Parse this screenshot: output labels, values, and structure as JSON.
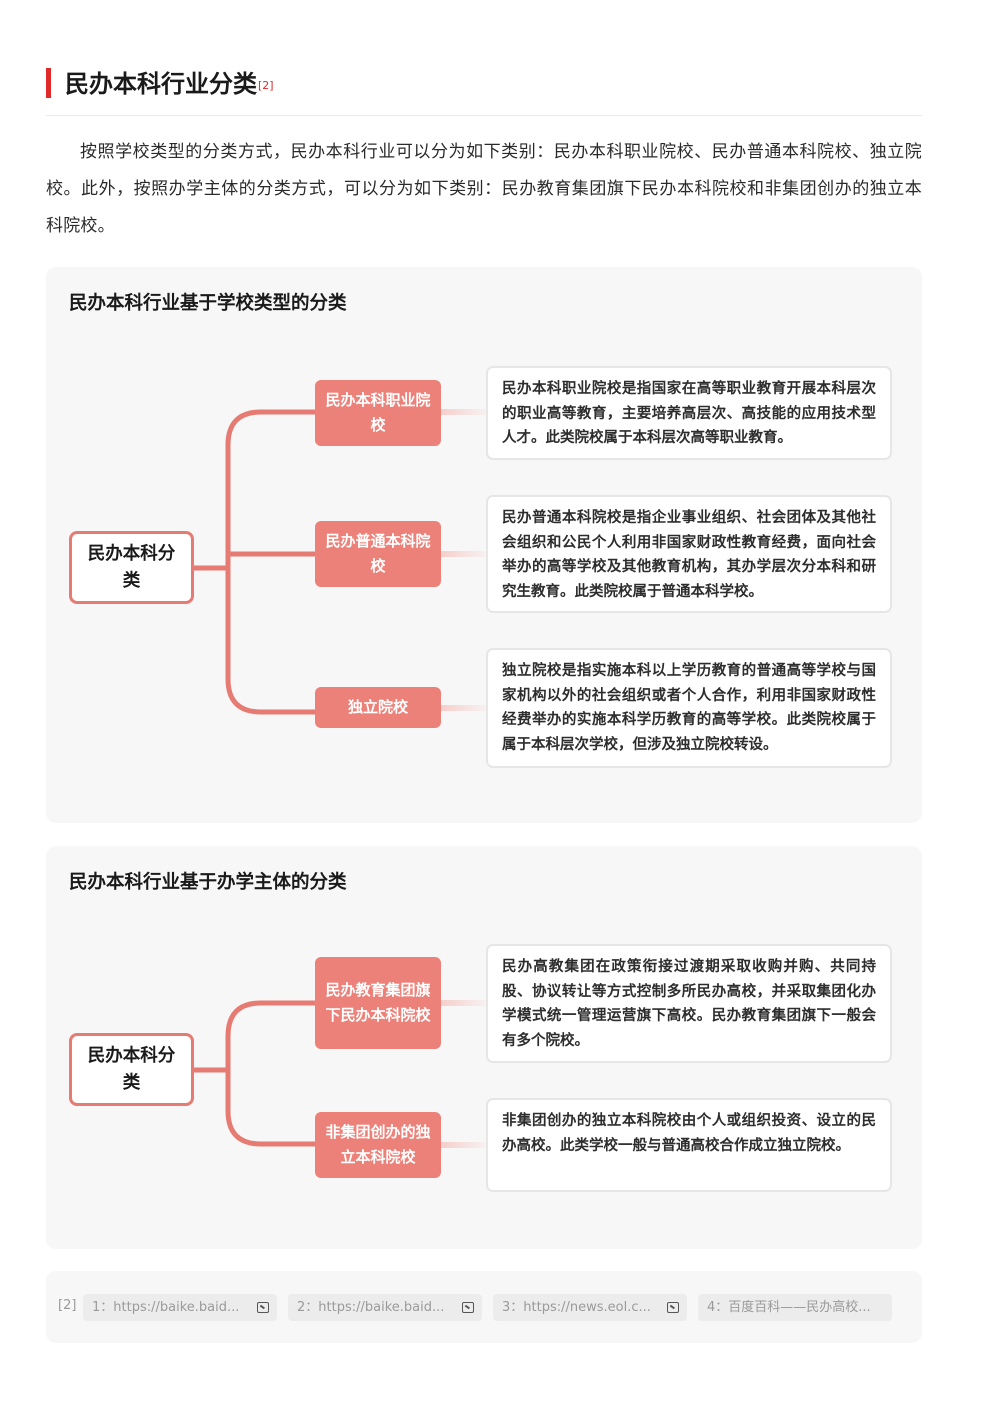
{
  "section": {
    "title": "民办本科行业分类",
    "ref_mark": "[2]",
    "intro": "按照学校类型的分类方式，民办本科行业可以分为如下类别：民办本科职业院校、民办普通本科院校、独立院校。此外，按照办学主体的分类方式，可以分为如下类别：民办教育集团旗下民办本科院校和非集团创办的独立本科院校。"
  },
  "panel1": {
    "title": "民办本科行业基于学校类型的分类",
    "root": "民办本科分类",
    "items": [
      {
        "label": "民办本科职业院校",
        "desc": "民办本科职业院校是指国家在高等职业教育开展本科层次的职业高等教育，主要培养高层次、高技能的应用技术型人才。此类院校属于本科层次高等职业教育。"
      },
      {
        "label": "民办普通本科院校",
        "desc": "民办普通本科院校是指企业事业组织、社会团体及其他社会组织和公民个人利用非国家财政性教育经费，面向社会举办的高等学校及其他教育机构，其办学层次分本科和研究生教育。此类院校属于普通本科学校。"
      },
      {
        "label": "独立院校",
        "desc": "独立院校是指实施本科以上学历教育的普通高等学校与国家机构以外的社会组织或者个人合作，利用非国家财政性经费举办的实施本科学历教育的高等学校。此类院校属于属于本科层次学校，但涉及独立院校转设。"
      }
    ]
  },
  "panel2": {
    "title": "民办本科行业基于办学主体的分类",
    "root": "民办本科分类",
    "items": [
      {
        "label": "民办教育集团旗下民办本科院校",
        "desc": "民办高教集团在政策衔接过渡期采取收购并购、共同持股、协议转让等方式控制多所民办高校，并采取集团化办学模式统一管理运营旗下高校。民办教育集团旗下一般会有多个院校。"
      },
      {
        "label": "非集团创办的独立本科院校",
        "desc": "非集团创办的独立本科院校由个人或组织投资、设立的民办高校。此类学校一般与普通高校合作成立独立院校。"
      }
    ]
  },
  "references": {
    "label": "[2]",
    "items": [
      "1：https://baike.baid...",
      "2：https://baike.baid...",
      "3：https://news.eol.c...",
      "4：百度百科——民办高校..."
    ]
  },
  "colors": {
    "accent": "#e02a2a",
    "node": "#ec8179",
    "line": "#e57b72",
    "panel_bg": "#f7f7f7"
  }
}
